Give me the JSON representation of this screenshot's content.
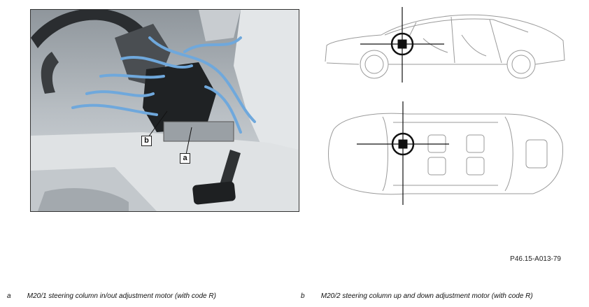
{
  "figure_id": "P46.15-A013-79",
  "callouts": {
    "a": "a",
    "b": "b"
  },
  "legend": [
    {
      "key": "a",
      "text": "M20/1 steering column in/out adjustment motor (with code R)"
    },
    {
      "key": "b",
      "text": "M20/2 steering column up and down adjustment motor (with code R)"
    }
  ],
  "colors": {
    "harness": "#6fa8dc",
    "frame": "#333333",
    "locator": "#111111"
  },
  "icons": [
    "locator-crosshair-icon",
    "locator-crosshair-icon"
  ]
}
